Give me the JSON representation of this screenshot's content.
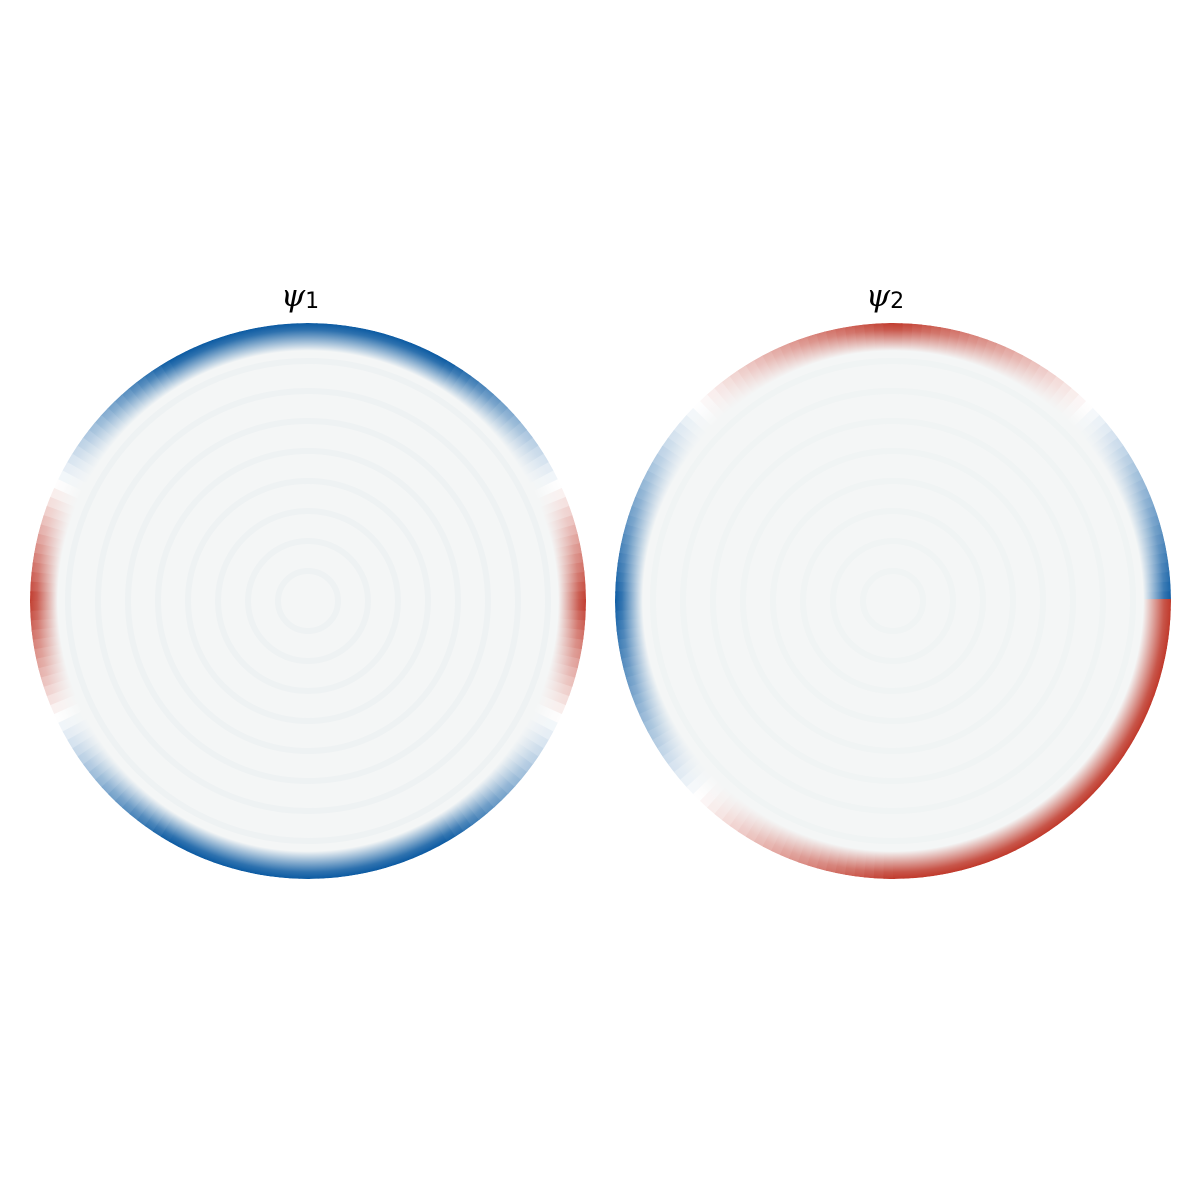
{
  "figure": {
    "panels": [
      {
        "symbol": "ψ",
        "subscript": "1",
        "edge_pattern": [
          {
            "angle_deg": -60,
            "color": "#0b5aa2"
          },
          {
            "angle_deg": -25,
            "color": "#ffffff"
          },
          {
            "angle_deg": 0,
            "color": "#c0392b"
          },
          {
            "angle_deg": 25,
            "color": "#ffffff"
          },
          {
            "angle_deg": 60,
            "color": "#0b5aa2"
          },
          {
            "angle_deg": 120,
            "color": "#0b5aa2"
          },
          {
            "angle_deg": 155,
            "color": "#ffffff"
          },
          {
            "angle_deg": 180,
            "color": "#c0392b"
          },
          {
            "angle_deg": 205,
            "color": "#ffffff"
          },
          {
            "angle_deg": 240,
            "color": "#0b5aa2"
          }
        ]
      },
      {
        "symbol": "ψ",
        "subscript": "2",
        "edge_pattern": [
          {
            "angle_deg": -90,
            "color": "#c0392b"
          },
          {
            "angle_deg": -45,
            "color": "#ffffff"
          },
          {
            "angle_deg": 0,
            "color": "#0b5aa2"
          },
          {
            "angle_deg": 45,
            "color": "#ffffff"
          },
          {
            "angle_deg": 90,
            "color": "#c0392b"
          },
          {
            "angle_deg": 135,
            "color": "#ffffff"
          },
          {
            "angle_deg": 180,
            "color": "#0b5aa2"
          },
          {
            "angle_deg": 225,
            "color": "#ffffff"
          },
          {
            "angle_deg": 270,
            "color": "#c0392b"
          }
        ]
      }
    ],
    "colors": {
      "negative": "#0b5aa2",
      "neutral": "#f4f6f6",
      "positive": "#c0392b"
    }
  }
}
